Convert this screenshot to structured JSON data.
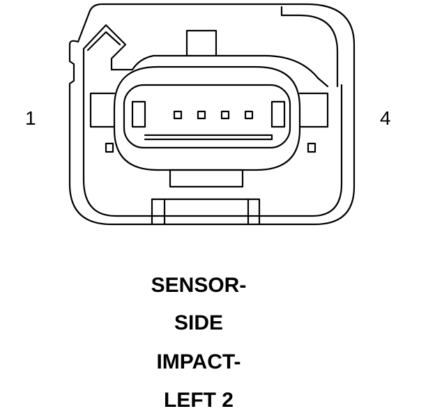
{
  "pin_labels": {
    "left": "1",
    "right": "4"
  },
  "caption": {
    "lines": [
      "SENSOR-",
      "SIDE",
      "IMPACT-",
      "LEFT 2"
    ]
  },
  "connector": {
    "terminal_count": 4,
    "stroke_color": "#000000",
    "fill_color": "#ffffff"
  }
}
